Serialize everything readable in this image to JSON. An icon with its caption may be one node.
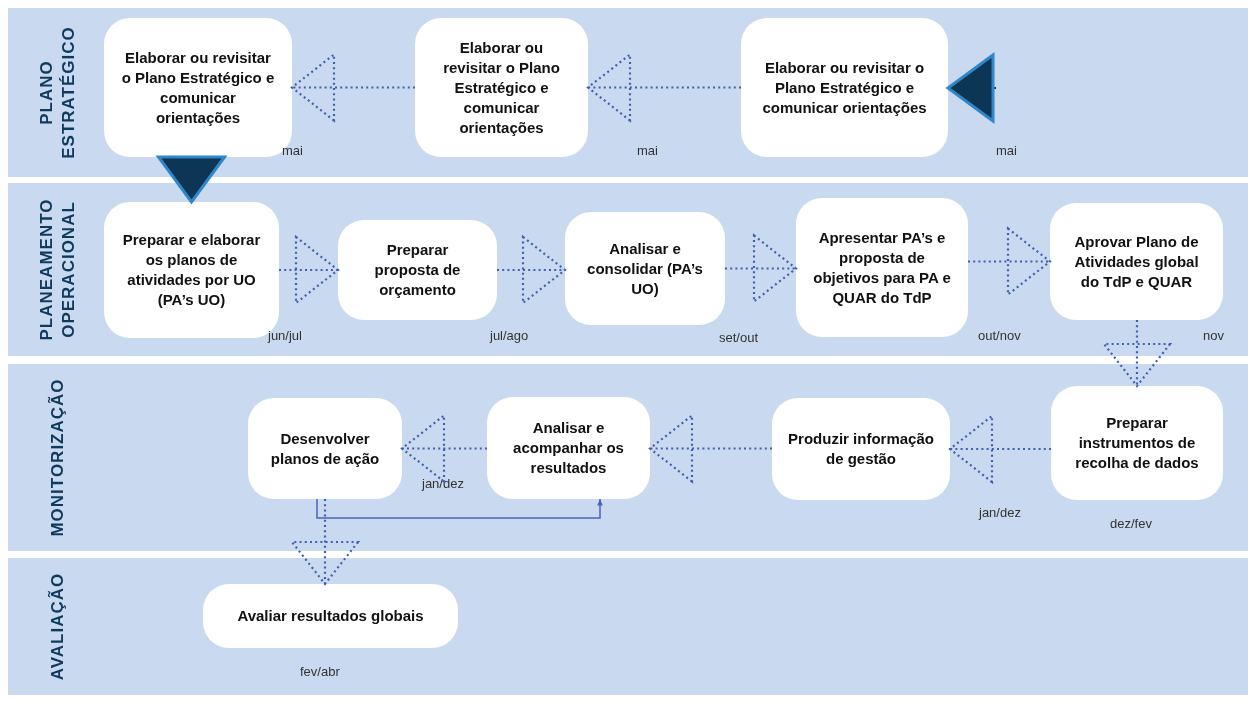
{
  "diagram": {
    "nodes": [
      {
        "text": [
          "PLANO ESTRATÉGICO"
        ]
      },
      {
        "text": [
          "Elaborar ou revisitar o Plano Estratégico e comunicar orientações"
        ],
        "in": 0,
        "beside": [
          "mai"
        ]
      },
      {
        "text": [
          "Elaborar ou revisitar o Plano Estratégico e comunicar orientações"
        ],
        "in": 0,
        "beside": [
          "mai"
        ]
      },
      {
        "text": [
          "Elaborar ou revisitar o Plano Estratégico e comunicar orientações"
        ],
        "in": 0,
        "beside": [
          "mai"
        ]
      },
      {
        "text": [
          "PLANEAMENTO OPERACIONAL"
        ]
      },
      {
        "text": [
          "Preparar e elaborar os planos de atividades por UO (PA’s UO)"
        ],
        "in": 4,
        "beside": [
          "jun/jul"
        ]
      },
      {
        "text": [
          "Preparar proposta de orçamento"
        ],
        "in": 4,
        "beside": [
          "jul/ago"
        ]
      },
      {
        "text": [
          "Analisar e consolidar (PA’s UO)"
        ],
        "in": 4,
        "beside": [
          "set/out"
        ]
      },
      {
        "text": [
          "Apresentar PA’s e proposta de objetivos para PA e QUAR do TdP"
        ],
        "in": 4,
        "beside": [
          "out/nov"
        ]
      },
      {
        "text": [
          "Aprovar Plano de Atividades global do TdP e QUAR"
        ],
        "in": 4,
        "beside": [
          "nov"
        ]
      },
      {
        "text": [
          "MONITORIZAÇÃO"
        ]
      },
      {
        "text": [
          "Preparar instrumentos de recolha de dados"
        ],
        "in": 10,
        "beside": [
          "dez/fev"
        ]
      },
      {
        "text": [
          "Produzir informação de gestão"
        ],
        "in": 10,
        "beside": [
          "jan/dez"
        ]
      },
      {
        "text": [
          "Analisar e acompanhar os resultados"
        ],
        "in": 10
      },
      {
        "text": [
          "Desenvolver planos de ação"
        ],
        "in": 10,
        "beside": [
          "jan/dez"
        ]
      },
      {
        "text": [
          "AVALIAÇÃO"
        ]
      },
      {
        "text": [
          "Avaliar resultados globais"
        ],
        "in": 15,
        "beside": [
          "fev/abr"
        ]
      }
    ],
    "edges": [
      {
        "from": 2,
        "to": 1,
        "arrow": "to",
        "style": "dashed"
      },
      {
        "from": 3,
        "to": 2,
        "arrow": "to",
        "style": "dashed"
      },
      {
        "from": null,
        "to": 3,
        "arrow": "to",
        "color": "#0d3554"
      },
      {
        "from": 1,
        "to": 5,
        "arrow": "to",
        "color": "#0d3554"
      },
      {
        "from": 5,
        "to": 6,
        "arrow": "to",
        "style": "dashed"
      },
      {
        "from": 6,
        "to": 7,
        "arrow": "to",
        "style": "dashed"
      },
      {
        "from": 7,
        "to": 8,
        "arrow": "to",
        "style": "dashed"
      },
      {
        "from": 8,
        "to": 9,
        "arrow": "to",
        "style": "dashed"
      },
      {
        "from": 9,
        "to": 11,
        "arrow": "to",
        "style": "dashed"
      },
      {
        "from": 11,
        "to": 12,
        "arrow": "to",
        "style": "dashed"
      },
      {
        "from": 12,
        "to": 13,
        "arrow": "to",
        "style": "dashed"
      },
      {
        "from": 13,
        "to": 14,
        "arrow": "to",
        "style": "dashed"
      },
      {
        "from": 14,
        "to": 13,
        "arrow": "to"
      },
      {
        "from": 14,
        "to": 16,
        "arrow": "to",
        "style": "dashed"
      }
    ]
  }
}
